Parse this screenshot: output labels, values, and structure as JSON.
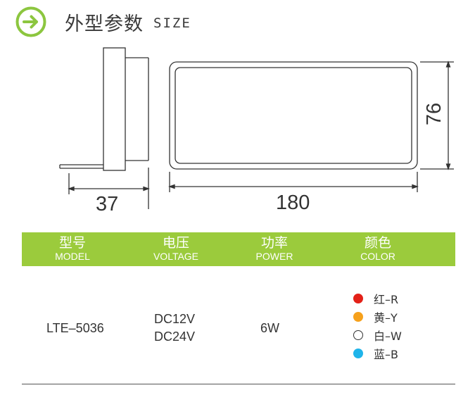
{
  "header": {
    "title_cn": "外型参数",
    "title_en": "SIZE",
    "accent_color": "#8cc63f",
    "icon": "arrow-right-circle-icon"
  },
  "drawing": {
    "depth_label": "37",
    "length_label": "180",
    "height_label": "76"
  },
  "spec_table": {
    "header_color": "#9bcb3c",
    "columns": [
      {
        "cn": "型号",
        "en": "MODEL"
      },
      {
        "cn": "电压",
        "en": "VOLTAGE"
      },
      {
        "cn": "功率",
        "en": "POWER"
      },
      {
        "cn": "颜色",
        "en": "COLOR"
      }
    ],
    "row": {
      "model": "LTE–5036",
      "voltage": [
        "DC12V",
        "DC24V"
      ],
      "power": "6W",
      "colors": [
        {
          "label": "红–R",
          "color": "#e32118",
          "icon": "red-dot-icon"
        },
        {
          "label": "黄–Y",
          "color": "#f6a11c",
          "icon": "yellow-dot-icon"
        },
        {
          "label": "白–W",
          "color": "#ffffff",
          "icon": "white-dot-icon"
        },
        {
          "label": "蓝–B",
          "color": "#1fb4ea",
          "icon": "blue-dot-icon"
        }
      ]
    }
  }
}
